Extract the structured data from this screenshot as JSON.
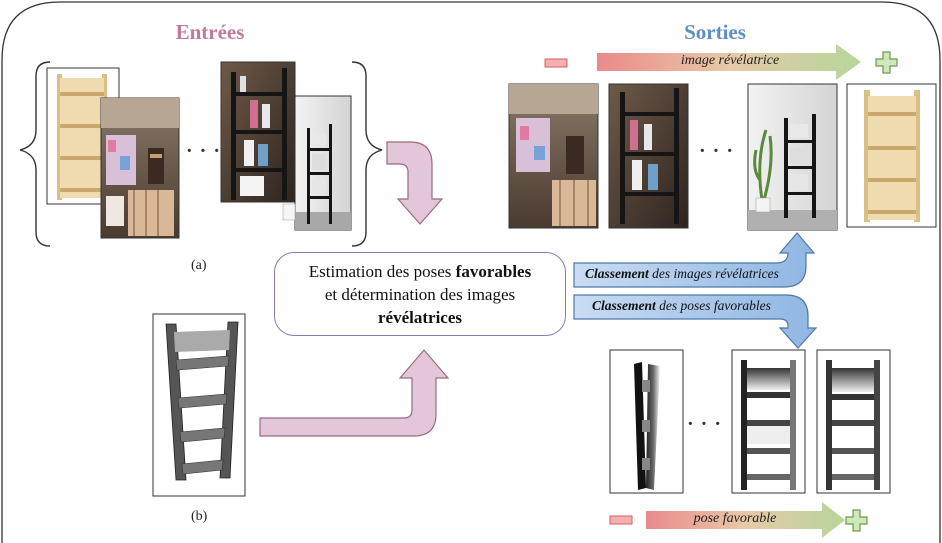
{
  "titles": {
    "inputs": "Entrées",
    "outputs": "Sorties"
  },
  "labels": {
    "a": "(a)",
    "b": "(b)"
  },
  "central": {
    "line1_pre": "Estimation des poses ",
    "line1_bold": "favorables",
    "line2": "et détermination des images",
    "line3_bold": "révélatrices"
  },
  "rank_images": {
    "bold": "Classement",
    "rest": " des images révélatrices"
  },
  "rank_poses": {
    "bold": "Classement",
    "rest": " des poses favorables"
  },
  "scale_top": {
    "minus": "−",
    "label": "image révélatrice",
    "plus": "+"
  },
  "scale_bottom": {
    "minus": "−",
    "label": "pose favorable",
    "plus": "+"
  },
  "ellipsis": "· · ·",
  "colors": {
    "pink": "#c07a9e",
    "blue": "#5d8dc6",
    "arrow_pink": "#e3c6d8",
    "arrow_blue": "#9cc0e6",
    "wood": "#e2cc9c"
  }
}
